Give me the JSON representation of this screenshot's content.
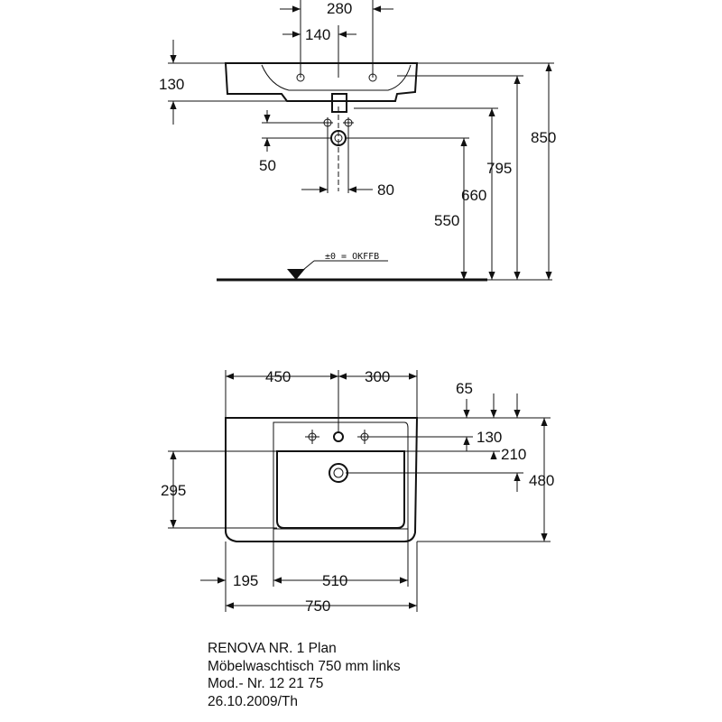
{
  "side_view": {
    "dims": {
      "width_280": "280",
      "width_140": "140",
      "height_130": "130",
      "offset_50": "50",
      "offset_80": "80",
      "height_550": "550",
      "height_660": "660",
      "height_795": "795",
      "height_850": "850"
    },
    "floor_label": "±0 = OKFFB"
  },
  "top_view": {
    "dims": {
      "left_450": "450",
      "right_300": "300",
      "depth_65": "65",
      "depth_130": "130",
      "depth_210": "210",
      "depth_480": "480",
      "depth_295": "295",
      "left_195": "195",
      "bowl_510": "510",
      "total_750": "750"
    }
  },
  "caption": {
    "line1": "RENOVA NR. 1 Plan",
    "line2": "Möbelwaschtisch 750 mm links",
    "line3": "Mod.- Nr. 12 21 75",
    "line4": "26.10.2009/Th"
  }
}
